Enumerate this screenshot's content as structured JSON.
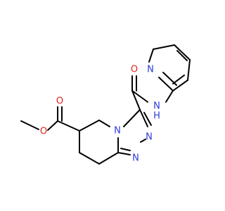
{
  "molecule": {
    "atoms": {
      "o_methoxy": "O",
      "o_ester_carbonyl": "O",
      "n_ring_fused": "N",
      "n_triazole_a": "N",
      "n_triazole_b": "N",
      "o_amide": "O",
      "nh_amide": "N",
      "h_amide": "H",
      "n_pyridine": "N"
    },
    "colors": {
      "carbon": "#000000",
      "nitrogen": "#2b3bd6",
      "oxygen": "#e0231c"
    }
  }
}
